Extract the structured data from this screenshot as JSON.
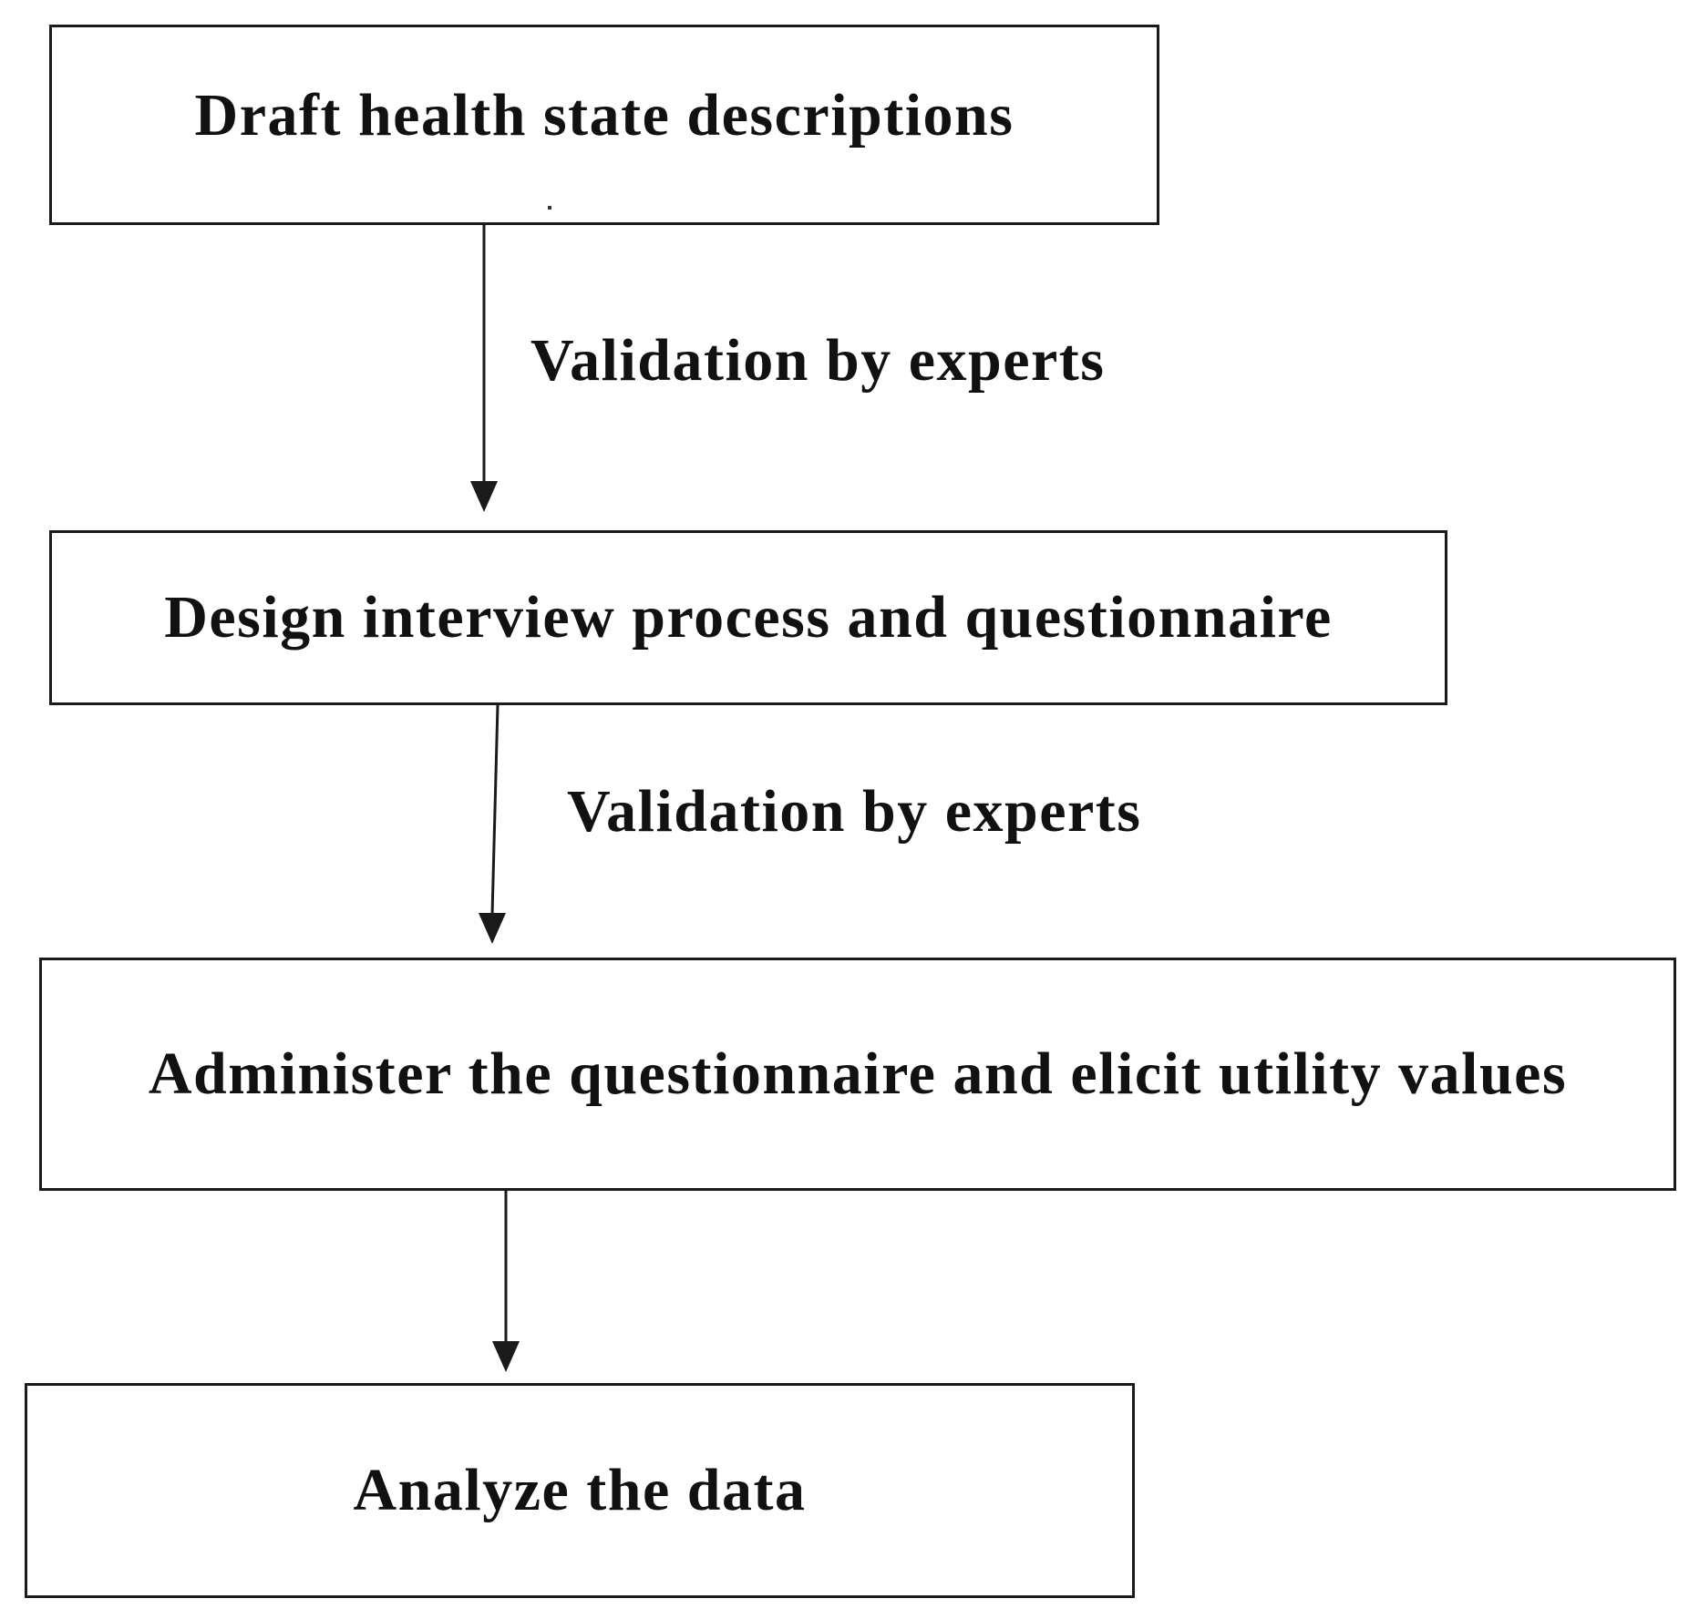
{
  "flowchart": {
    "steps": [
      {
        "label": "Draft health state descriptions"
      },
      {
        "label": "Design interview process and questionnaire"
      },
      {
        "label": "Administer the questionnaire and elicit utility values"
      },
      {
        "label": "Analyze the data"
      }
    ],
    "edges": [
      {
        "from": 0,
        "to": 1,
        "label": "Validation by experts"
      },
      {
        "from": 1,
        "to": 2,
        "label": "Validation by experts"
      },
      {
        "from": 2,
        "to": 3,
        "label": ""
      }
    ],
    "colors": {
      "line": "#1a1a1a",
      "text": "#111111",
      "background": "#ffffff"
    }
  }
}
